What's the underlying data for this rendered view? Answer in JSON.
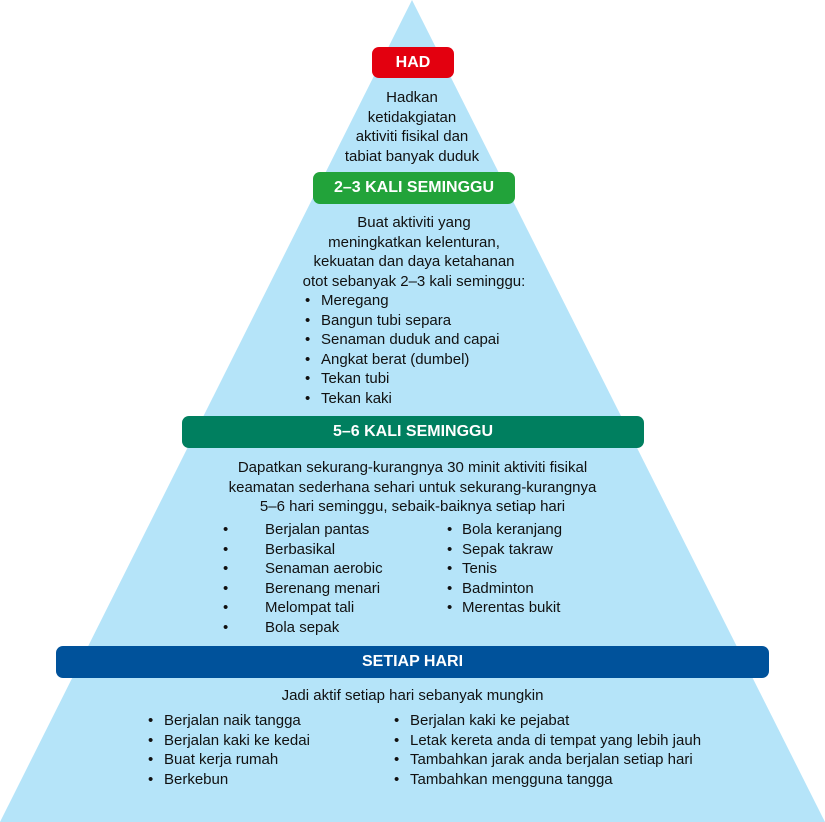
{
  "colors": {
    "pyramid": "#b5e4f9",
    "had": "#e3000f",
    "tier2": "#22a33a",
    "tier3": "#007f5f",
    "tier4": "#00529b"
  },
  "had": {
    "title": "HAD",
    "lines": [
      "Hadkan",
      "ketidakgiatan",
      "aktiviti fisikal dan",
      "tabiat banyak duduk"
    ]
  },
  "tier2": {
    "title": "2–3 KALI SEMINGGU",
    "lines": [
      "Buat aktiviti yang",
      "meningkatkan kelenturan,",
      "kekuatan dan daya ketahanan",
      "otot sebanyak 2–3 kali seminggu:"
    ],
    "items": [
      "Meregang",
      "Bangun tubi separa",
      "Senaman duduk and capai",
      "Angkat berat (dumbel)",
      "Tekan tubi",
      "Tekan kaki"
    ]
  },
  "tier3": {
    "title": "5–6 KALI SEMINGGU",
    "lines": [
      "Dapatkan sekurang-kurangnya 30 minit aktiviti fisikal",
      "keamatan sederhana sehari untuk sekurang-kurangnya",
      "5–6 hari seminggu, sebaik-baiknya setiap hari"
    ],
    "left": [
      "Berjalan pantas",
      "Berbasikal",
      "Senaman aerobic",
      "Berenang menari",
      "Melompat tali",
      "Bola sepak"
    ],
    "right": [
      "Bola keranjang",
      "Sepak takraw",
      "Tenis",
      "Badminton",
      "Merentas bukit"
    ]
  },
  "tier4": {
    "title": "SETIAP HARI",
    "intro": "Jadi aktif setiap hari sebanyak mungkin",
    "left": [
      "Berjalan naik tangga",
      "Berjalan kaki ke kedai",
      "Buat kerja rumah",
      "Berkebun"
    ],
    "right": [
      "Berjalan kaki ke pejabat",
      "Letak kereta anda di tempat yang lebih jauh",
      "Tambahkan jarak anda berjalan setiap hari",
      "Tambahkan mengguna tangga"
    ]
  },
  "bullet": "•"
}
